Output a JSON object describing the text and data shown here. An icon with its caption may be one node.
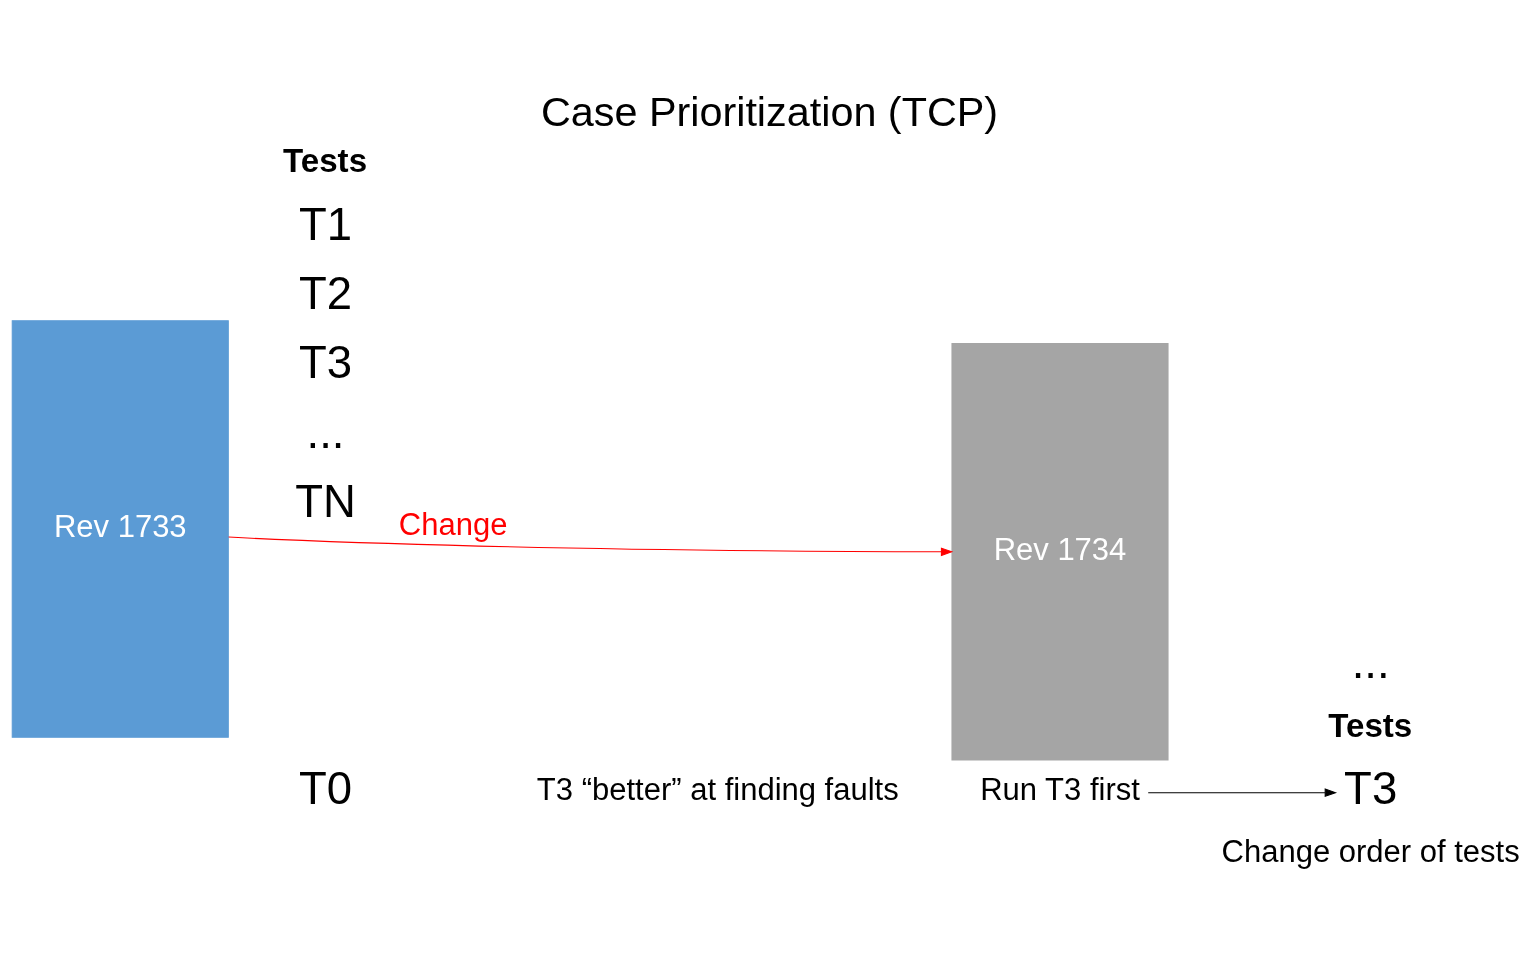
{
  "diagram": {
    "title": "Case Prioritization (TCP)",
    "nodes": [
      {
        "text": [
          "Rev 1733"
        ]
      },
      {
        "text": [
          "Rev 1734"
        ]
      },
      {
        "text": [
          "Run T3 first"
        ]
      },
      {
        "text": [
          "T3"
        ]
      }
    ],
    "edges": [
      {
        "from": 0,
        "to": 1,
        "arrow": "to",
        "label": "Change",
        "color": "#ff0000"
      },
      {
        "from": 2,
        "to": 3,
        "arrow": "to",
        "color": "#000000"
      }
    ],
    "labels": [
      "Change order of tests",
      "Tests",
      "T0",
      "T1",
      "T2",
      "T3",
      "...",
      "TN",
      "T3 “better” at finding faults",
      "Tests",
      "..."
    ]
  }
}
